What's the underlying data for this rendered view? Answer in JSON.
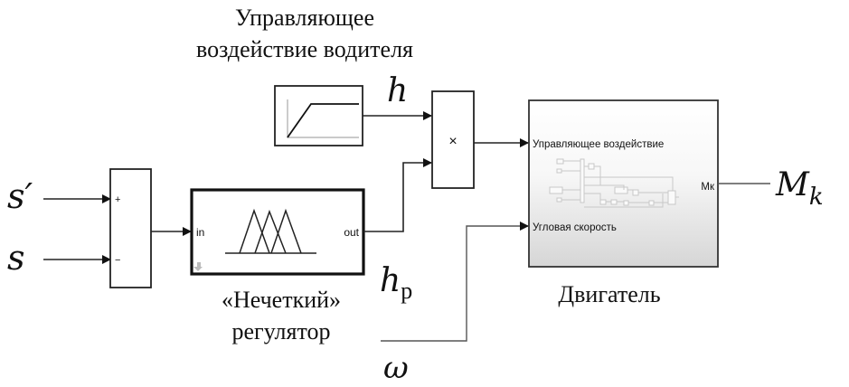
{
  "title": {
    "line1": "Управляющее",
    "line2": "воздействие водителя"
  },
  "signals": {
    "s_prime": "s′",
    "s": "s",
    "h": "h",
    "h_p_main": "h",
    "h_p_sub": "p",
    "omega": "ω",
    "m_k_main": "M",
    "m_k_sub": "k"
  },
  "sum_block": {
    "plus": "+",
    "minus": "−"
  },
  "product_block": {
    "symbol": "×"
  },
  "fuzzy_block": {
    "in_port": "in",
    "out_port": "out",
    "caption_line1": "«Нечеткий»",
    "caption_line2": "регулятор"
  },
  "engine_block": {
    "input1": "Управляющее воздействие",
    "input2": "Угловая скорость",
    "output": "Мк",
    "caption": "Двигатель"
  },
  "colors": {
    "line": "#222222",
    "engine_gradient_top": "#ffffff",
    "engine_gradient_bottom": "#d9d9d9"
  }
}
